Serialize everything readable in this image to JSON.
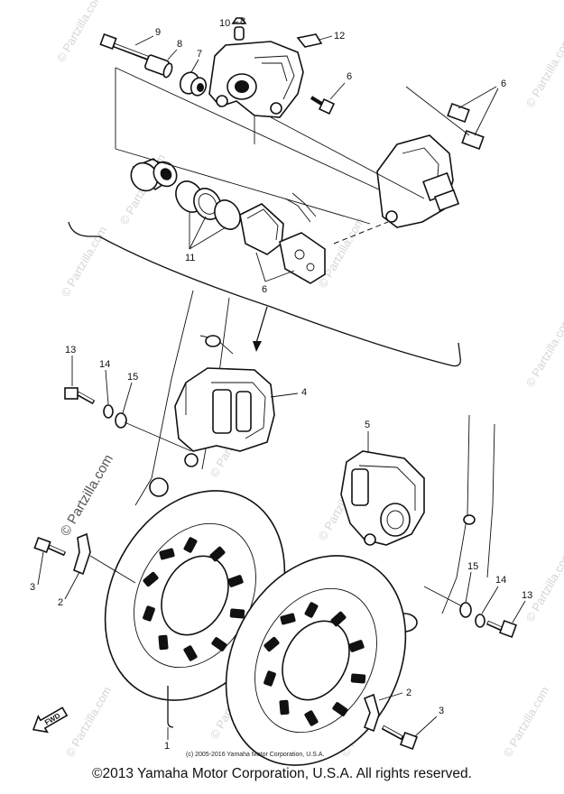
{
  "callouts": {
    "c9": "9",
    "c8a": "8",
    "c7": "7",
    "c10": "10",
    "c8b": "8",
    "c12": "12",
    "c6a": "6",
    "c6b": "6",
    "c6c": "6",
    "c11": "11",
    "c13a": "13",
    "c14a": "14",
    "c15a": "15",
    "c4": "4",
    "c5": "5",
    "c3a": "3",
    "c2a": "2",
    "c15b": "15",
    "c14b": "14",
    "c13b": "13",
    "c2b": "2",
    "c3b": "3",
    "c1": "1"
  },
  "watermark": "© Partzilla.com",
  "fwd_label": "FWD",
  "small_copyright": "(c) 2005-2016 Yamaha Motor Corporation, U.S.A.",
  "footer_copyright": "©2013 Yamaha Motor Corporation, U.S.A. All rights reserved."
}
